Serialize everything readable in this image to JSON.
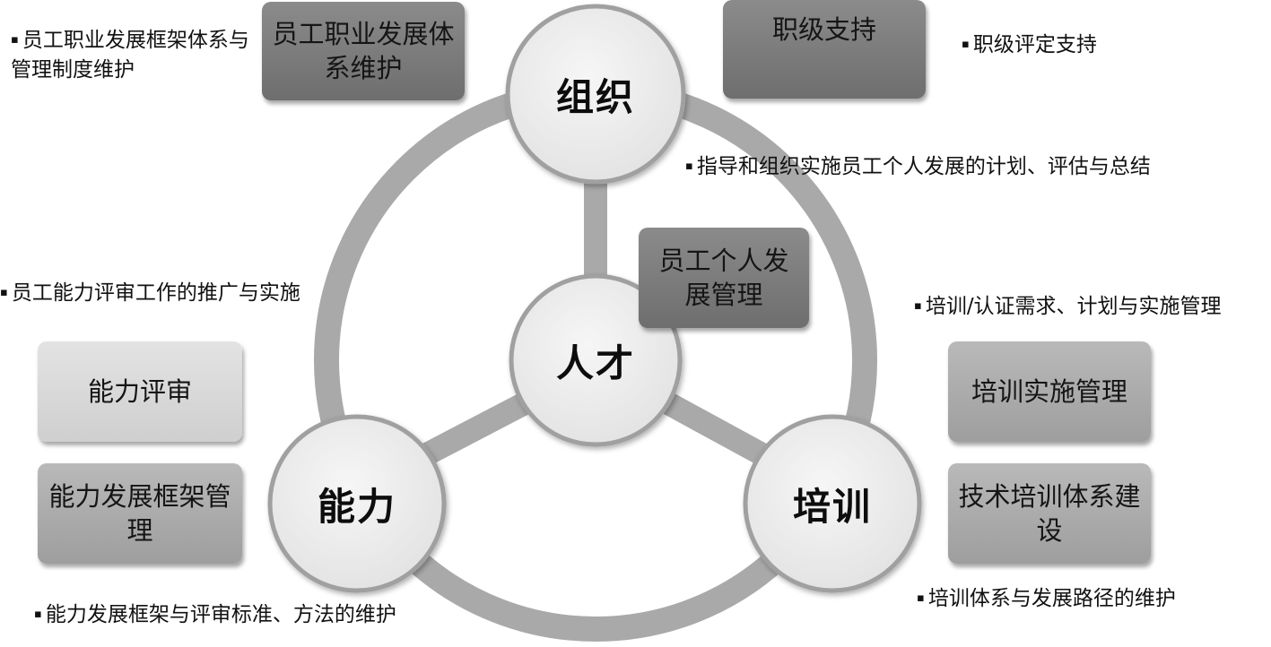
{
  "nodes": {
    "top": "组织",
    "center": "人才",
    "left": "能力",
    "right": "培训"
  },
  "boxes": {
    "career_framework": "员工职业发展体系维护",
    "grade_support": "职级支持",
    "personal_dev": "员工个人发展管理",
    "ability_review": "能力评审",
    "ability_framework": "能力发展框架管理",
    "training_impl": "培训实施管理",
    "tech_training": "技术培训体系建设"
  },
  "notes": {
    "career_framework_note": "员工职业发展框架体系与管理制度维护",
    "grade_note": "职级评定支持",
    "guidance_note": "指导和组织实施员工个人发展的计划、评估与总结",
    "ability_review_note": "员工能力评审工作的推广与实施",
    "training_cert_note": "培训/认证需求、计划与实施管理",
    "ability_framework_note": "能力发展框架与评审标准、方法的维护",
    "training_system_note": "培训体系与发展路径的维护"
  },
  "bullet_glyph": "▪",
  "colors": {
    "ring": "#a9a9a9",
    "circle_fill": "#ededed",
    "circle_stroke": "#a0a0a0",
    "box_dark": "#7a7a7a",
    "box_mid": "#ababab",
    "box_light": "#d8d8d8"
  }
}
